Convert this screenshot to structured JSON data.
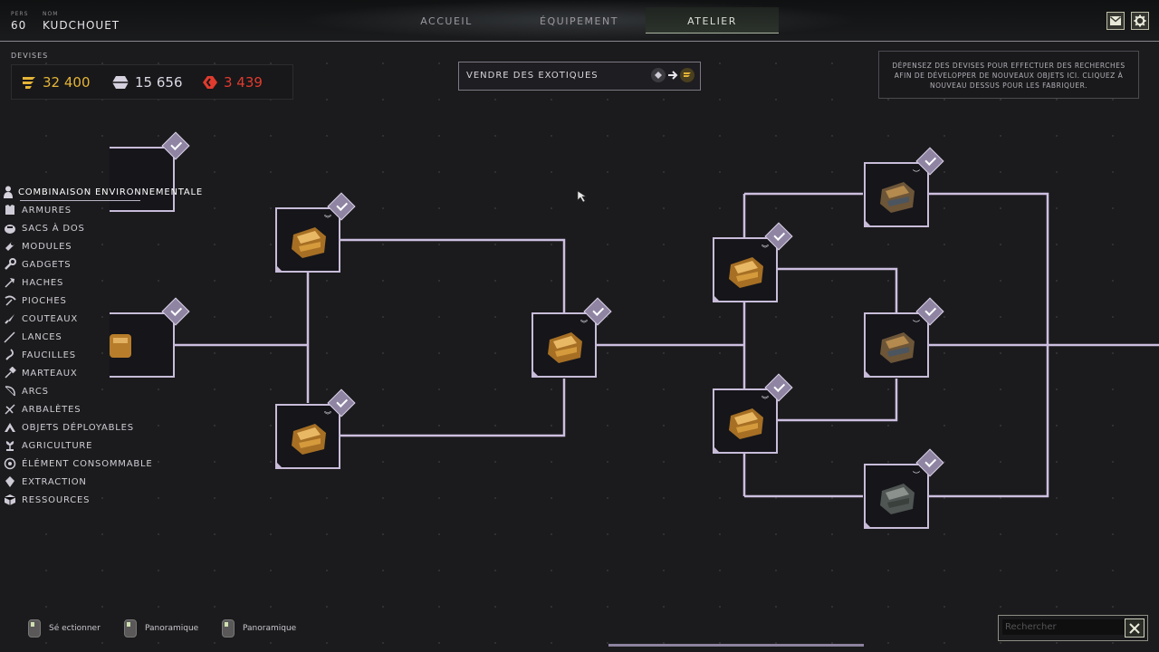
{
  "header": {
    "pers_label": "PERS",
    "pers_value": "60",
    "nom_label": "NOM",
    "nom_value": "KUDCHOUET",
    "tabs": [
      {
        "label": "ACCUEIL",
        "active": false
      },
      {
        "label": "ÉQUIPEMENT",
        "active": false
      },
      {
        "label": "ATELIER",
        "active": true
      }
    ],
    "icons": [
      "mail-icon",
      "gear-icon"
    ]
  },
  "devises": {
    "label": "DEVISES",
    "items": [
      {
        "icon": "solari-icon",
        "value": "32 400",
        "color": "#e5b437"
      },
      {
        "icon": "plastanium-icon",
        "value": "15 656",
        "color": "#dcd8e4"
      },
      {
        "icon": "spice-icon",
        "value": "3 439",
        "color": "#e03b2e"
      }
    ]
  },
  "sell": {
    "label": "VENDRE DES EXOTIQUES",
    "icons": [
      "exotic-icon",
      "arrow-right-icon",
      "solari-coin-icon"
    ]
  },
  "info_text": "DÉPENSEZ DES DEVISES POUR EFFECTUER DES RECHERCHES AFIN DE DÉVELOPPER DE NOUVEAUX OBJETS ICI. CLIQUEZ À NOUVEAU DESSUS POUR LES FABRIQUER.",
  "sidebar": {
    "items": [
      {
        "label": "COMBINAISON ENVIRONNEMENTALE",
        "icon": "person-icon",
        "active": true
      },
      {
        "label": "ARMURES",
        "icon": "armor-icon"
      },
      {
        "label": "SACS À DOS",
        "icon": "backpack-icon"
      },
      {
        "label": "MODULES",
        "icon": "module-icon"
      },
      {
        "label": "GADGETS",
        "icon": "wrench-icon"
      },
      {
        "label": "HACHES",
        "icon": "axe-icon"
      },
      {
        "label": "PIOCHES",
        "icon": "pickaxe-icon"
      },
      {
        "label": "COUTEAUX",
        "icon": "knife-icon"
      },
      {
        "label": "LANCES",
        "icon": "spear-icon"
      },
      {
        "label": "FAUCILLES",
        "icon": "sickle-icon"
      },
      {
        "label": "MARTEAUX",
        "icon": "hammer-icon"
      },
      {
        "label": "ARCS",
        "icon": "bow-icon"
      },
      {
        "label": "ARBALÈTES",
        "icon": "crossbow-icon"
      },
      {
        "label": "OBJETS DÉPLOYABLES",
        "icon": "deployable-icon"
      },
      {
        "label": "AGRICULTURE",
        "icon": "plant-icon"
      },
      {
        "label": "ÉLÉMENT CONSOMMABLE",
        "icon": "consumable-icon"
      },
      {
        "label": "EXTRACTION",
        "icon": "extraction-icon"
      },
      {
        "label": "RESSOURCES",
        "icon": "resource-icon"
      }
    ]
  },
  "tree": {
    "nodes": [
      {
        "id": "partial-top",
        "tone": "gold",
        "researched": true
      },
      {
        "id": "partial-mid",
        "tone": "gold",
        "researched": true
      },
      {
        "id": "gauntlet-a",
        "tone": "gold",
        "researched": true
      },
      {
        "id": "gauntlet-b",
        "tone": "gold",
        "researched": true
      },
      {
        "id": "gauntlet-c",
        "tone": "gold",
        "researched": true
      },
      {
        "id": "gauntlet-d",
        "tone": "gold",
        "researched": true
      },
      {
        "id": "gauntlet-e",
        "tone": "gold",
        "researched": true
      },
      {
        "id": "gauntlet-f",
        "tone": "bronze",
        "researched": true
      },
      {
        "id": "gauntlet-g",
        "tone": "bronze",
        "researched": true
      },
      {
        "id": "gauntlet-h",
        "tone": "silver",
        "researched": true
      }
    ]
  },
  "footer": {
    "hints": [
      {
        "icon": "mouse-left-icon",
        "label": "Sé ectionner"
      },
      {
        "icon": "mouse-right-icon",
        "label": "Panoramique"
      },
      {
        "icon": "mouse-scroll-icon",
        "label": "Panoramique"
      }
    ],
    "search_placeholder": "Rechercher"
  }
}
